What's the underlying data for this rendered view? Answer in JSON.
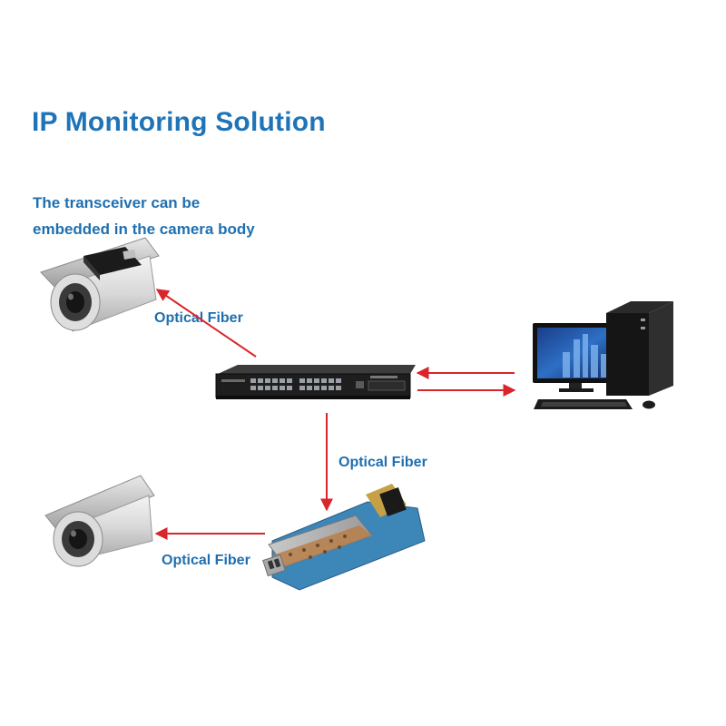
{
  "title": "IP Monitoring Solution",
  "note": {
    "line1": "The transceiver can be",
    "line2": "embedded in the camera body"
  },
  "labels": {
    "fiber_top": "Optical Fiber",
    "fiber_middle": "Optical Fiber",
    "fiber_bottom": "Optical Fiber"
  },
  "colors": {
    "title": "#1f74b8",
    "labels": "#1f6fb0",
    "arrows": "#d9262b"
  },
  "icons": [
    "camera-icon",
    "transceiver-module-icon",
    "network-switch-icon",
    "computer-monitor-icon",
    "pc-tower-icon",
    "keyboard-icon",
    "mouse-icon",
    "media-converter-board-icon"
  ]
}
